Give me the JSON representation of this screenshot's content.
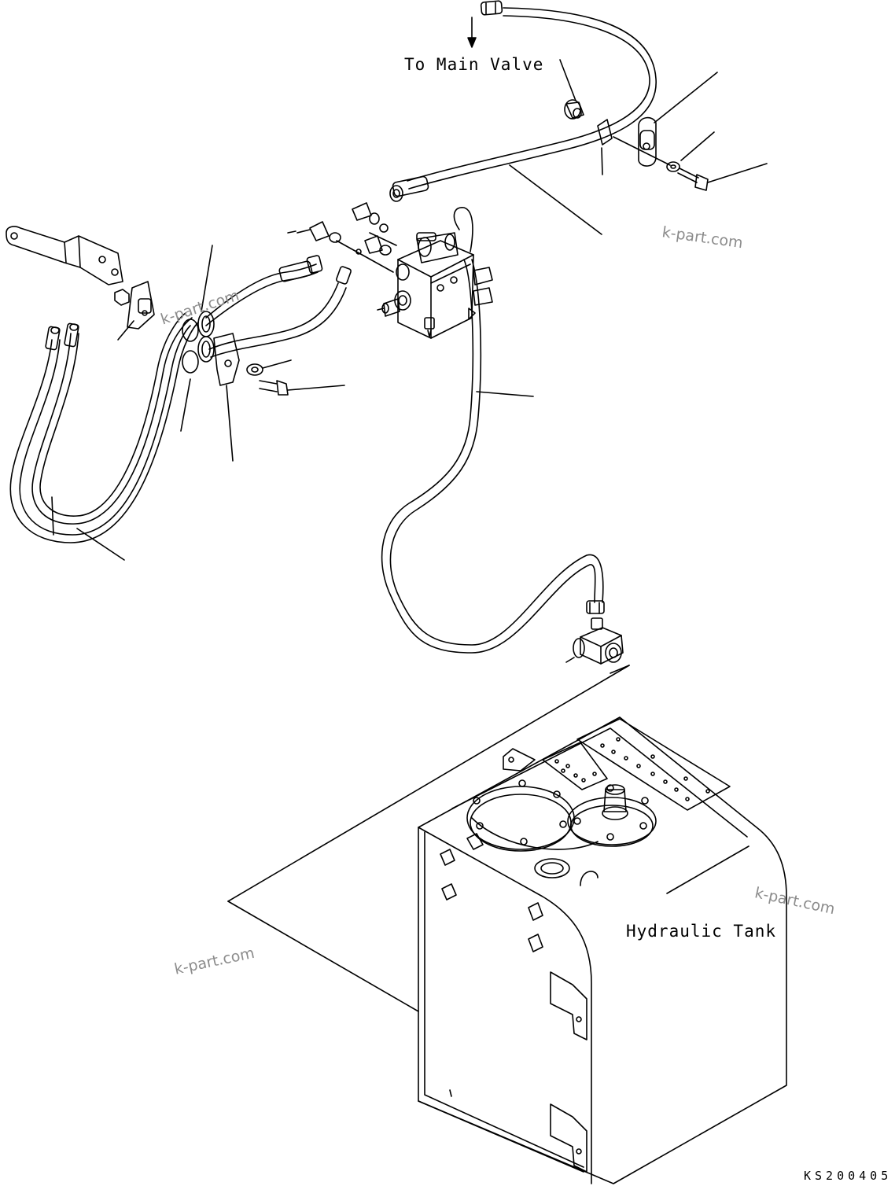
{
  "labels": {
    "main_valve": "To Main Valve",
    "hydraulic_tank": "Hydraulic Tank"
  },
  "drawing_code": "KS200405",
  "watermarks": [
    "k-part.com",
    "k-part.com",
    "k-part.com",
    "k-part.com"
  ]
}
